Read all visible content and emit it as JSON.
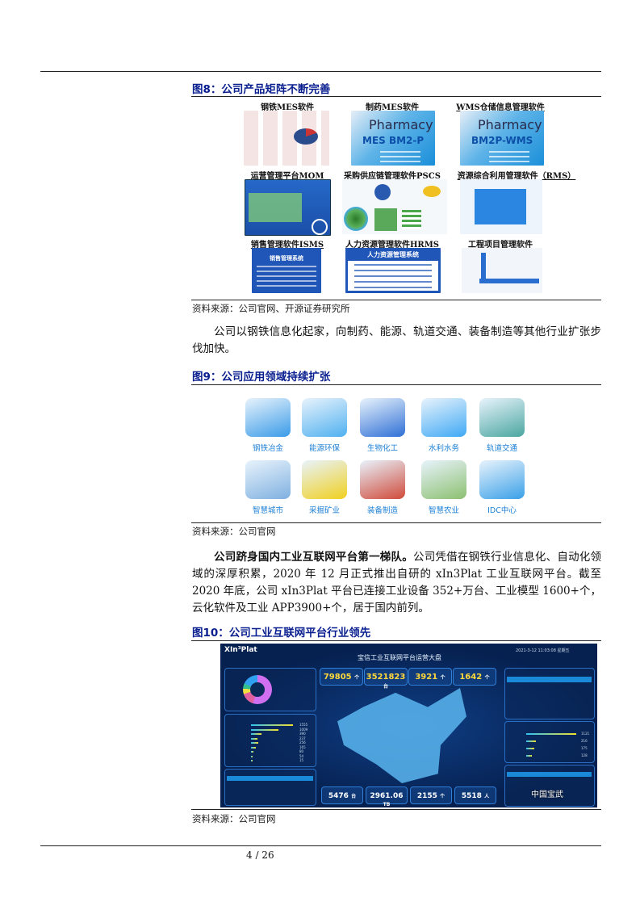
{
  "figure8": {
    "title": "图8：公司产品矩阵不断完善",
    "products": [
      {
        "label": "钢铁MES软件"
      },
      {
        "label": "制药MES软件",
        "brand": "Pharmacy",
        "product": "MES BM2-P"
      },
      {
        "label": "WMS仓储信息管理软件",
        "brand": "Pharmacy",
        "product": "BM2P-WMS"
      },
      {
        "label": "运营管理平台MOM"
      },
      {
        "label": "采购供应链管理软件PSCS"
      },
      {
        "label": "资源综合利用管理软件（RMS）"
      },
      {
        "label": "销售管理软件ISMS",
        "screen_title": "销售管理系统"
      },
      {
        "label": "人力资源管理软件HRMS",
        "screen_title": "人力资源管理系统"
      },
      {
        "label": "工程项目管理软件"
      }
    ],
    "source": "资料来源：公司官网、开源证券研究所"
  },
  "paragraph1": "公司以钢铁信息化起家，向制药、能源、轨道交通、装备制造等其他行业扩张步伐加快。",
  "figure9": {
    "title": "图9：公司应用领域持续扩张",
    "domains": [
      "钢铁冶金",
      "能源环保",
      "生物化工",
      "水利水务",
      "轨道交通",
      "智慧城市",
      "采掘矿业",
      "装备制造",
      "智慧农业",
      "IDC中心"
    ],
    "icon_colors": [
      "#3a9be8",
      "#4fb0f0",
      "#2f6fd6",
      "#3fa9f5",
      "#4aa6a0",
      "#7fb0e0",
      "#f0d020",
      "#d04a3a",
      "#8cc070",
      "#3aa0e8"
    ],
    "source": "资料来源：公司官网"
  },
  "paragraph2": {
    "bold": "公司跻身国内工业互联网平台第一梯队。",
    "text": "公司凭借在钢铁行业信息化、自动化领域的深厚积累，2020 年 12 月正式推出自研的 xIn3Plat 工业互联网平台。截至 2020 年底，公司 xIn3Plat 平台已连接工业设备 352+万台、工业模型 1600+个，云化软件及工业 APP3900+个，居于国内前列。"
  },
  "figure10": {
    "title": "图10：公司工业互联网平台行业领先",
    "dashboard": {
      "logo": "XIn³Plat",
      "title": "宝信工业互联网平台运营大盘",
      "datetime": "2021-3-12 11:03:08 星期五",
      "top_kpis": [
        {
          "value": "79805",
          "unit": "个"
        },
        {
          "value": "3521823",
          "unit": "台"
        },
        {
          "value": "3921",
          "unit": "个"
        },
        {
          "value": "1642",
          "unit": "个"
        }
      ],
      "bottom_kpis": [
        {
          "value": "5476",
          "unit": "台"
        },
        {
          "value": "2961.06",
          "unit": "TB"
        },
        {
          "value": "2155",
          "unit": "个"
        },
        {
          "value": "5518",
          "unit": "人"
        }
      ],
      "bar_values": [
        "1555",
        "1009",
        "390",
        "237",
        "256",
        "165",
        "80",
        "54",
        "15"
      ],
      "right_bar_values": [
        "1121",
        "216",
        "175",
        "128"
      ],
      "watermark": "中国宝武"
    },
    "source": "资料来源：公司官网"
  },
  "footer": {
    "page": "4 / 26"
  }
}
